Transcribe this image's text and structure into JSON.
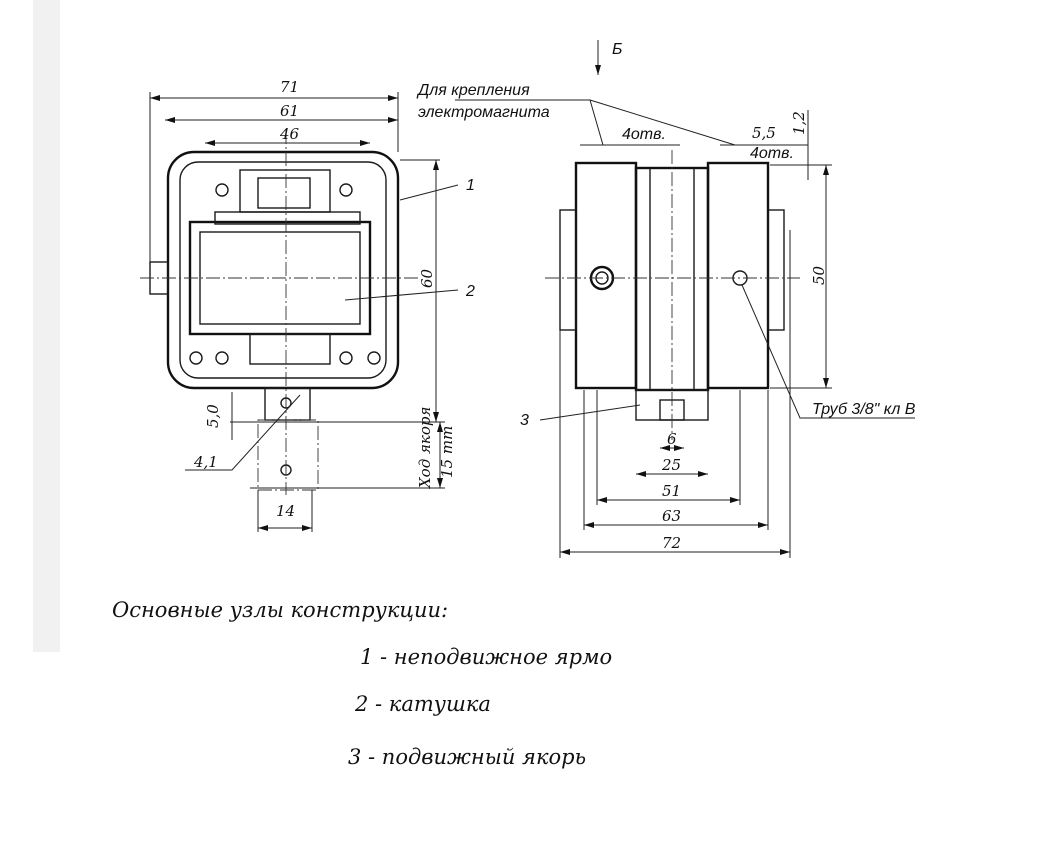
{
  "drawing": {
    "left_view": {
      "dims": {
        "d71": "71",
        "d61": "61",
        "d46": "46",
        "d60": "60",
        "d50_left": "5,0",
        "d41": "4,1",
        "d14": "14",
        "stroke_label": "Ход якоря",
        "stroke_value": "15 mm"
      },
      "callouts": {
        "c1": "1",
        "c2": "2"
      }
    },
    "right_view": {
      "view_mark": "Б",
      "mount_note_line1": "Для крепления",
      "mount_note_line2": "электромагнита",
      "holes_left": "4отв.",
      "holes_right": "4отв.",
      "dims": {
        "d55": "5,5",
        "d12": "1,2",
        "d50": "50",
        "d6": "6",
        "d25": "25",
        "d51": "51",
        "d63": "63",
        "d72": "72"
      },
      "callouts": {
        "c3": "3"
      },
      "pipe_note": "Труб 3/8\" кл В"
    }
  },
  "legend": {
    "title": "Основные узлы конструкции:",
    "items": [
      "1 - неподвижное ярмо",
      "2 - катушка",
      "3 - подвижный якорь"
    ]
  }
}
